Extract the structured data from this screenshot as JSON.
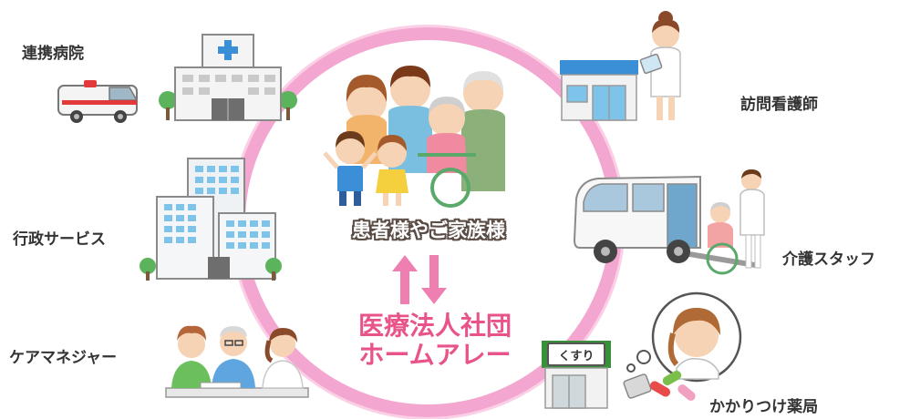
{
  "center": {
    "caption": "患者様やご家族様",
    "organization_line1": "医療法人社団",
    "organization_line2": "ホームアレー"
  },
  "nodes": {
    "hospital": "連携病院",
    "nurse": "訪問看護師",
    "government": "行政サービス",
    "care_staff": "介護スタッフ",
    "care_manager": "ケアマネジャー",
    "pharmacy": "かかりつけ薬局",
    "pharmacy_sign": "くすり"
  },
  "colors": {
    "ring": "#f3a6cf",
    "organization": "#e8548a",
    "arrow": "#ef7fb0"
  }
}
